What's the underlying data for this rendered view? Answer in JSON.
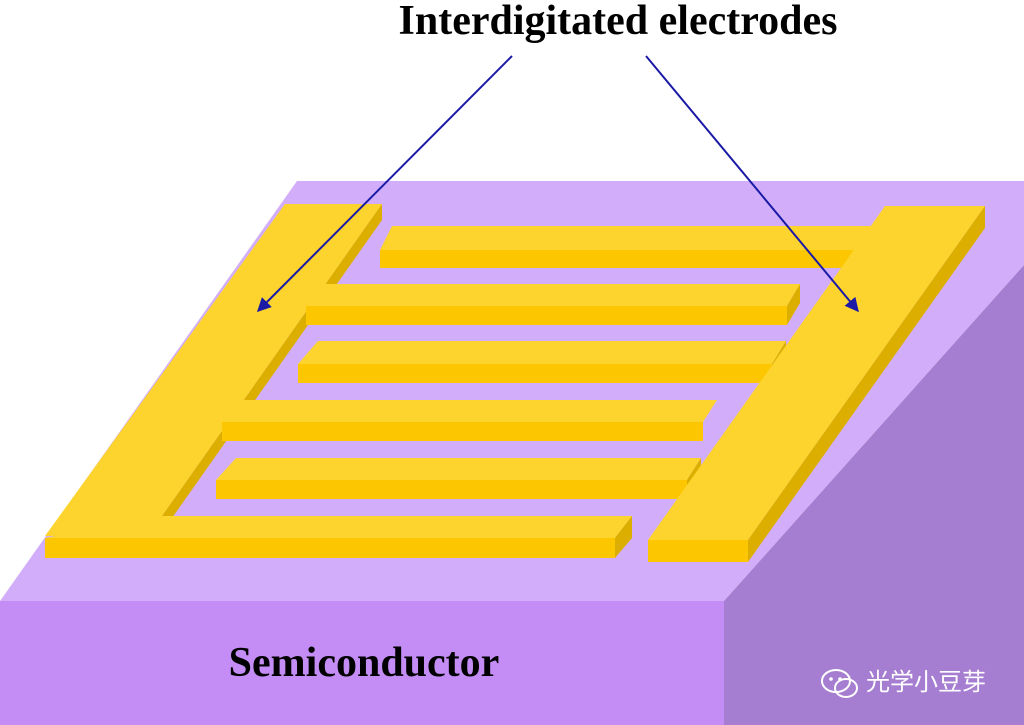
{
  "title": "Interdigitated electrodes",
  "substrate": {
    "label": "Semiconductor"
  },
  "watermark": {
    "text": "光学小豆芽",
    "icon": "wechat-icon"
  },
  "colors": {
    "substrate_top": "#d2aefa",
    "substrate_front": "#c48df6",
    "substrate_side": "#a67ed1",
    "electrode_top": "#fdd42d",
    "electrode_front": "#fcc600",
    "electrode_side": "#dcae00",
    "arrow": "#1a1aa6"
  }
}
